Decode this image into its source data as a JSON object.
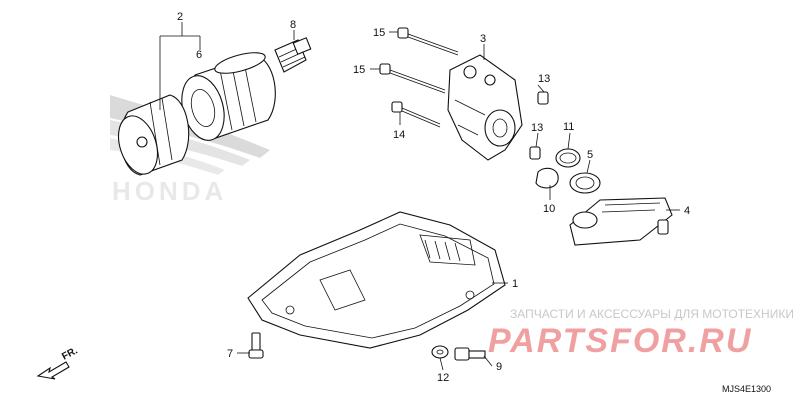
{
  "callouts": {
    "c1": "1",
    "c2": "2",
    "c3": "3",
    "c4": "4",
    "c5": "5",
    "c6": "6",
    "c7": "7",
    "c8": "8",
    "c9": "9",
    "c10": "10",
    "c11": "11",
    "c12": "12",
    "c13a": "13",
    "c13b": "13",
    "c14": "14",
    "c15a": "15",
    "c15b": "15"
  },
  "watermark": {
    "honda": "HONDA",
    "shop_caption": "ЗАПЧАСТИ И АКСЕССУАРЫ ДЛЯ МОТОТЕХНИКИ",
    "shop_brand": "PARTSFOR.RU"
  },
  "direction_label": "FR.",
  "diagram_code": "MJS4E1300"
}
